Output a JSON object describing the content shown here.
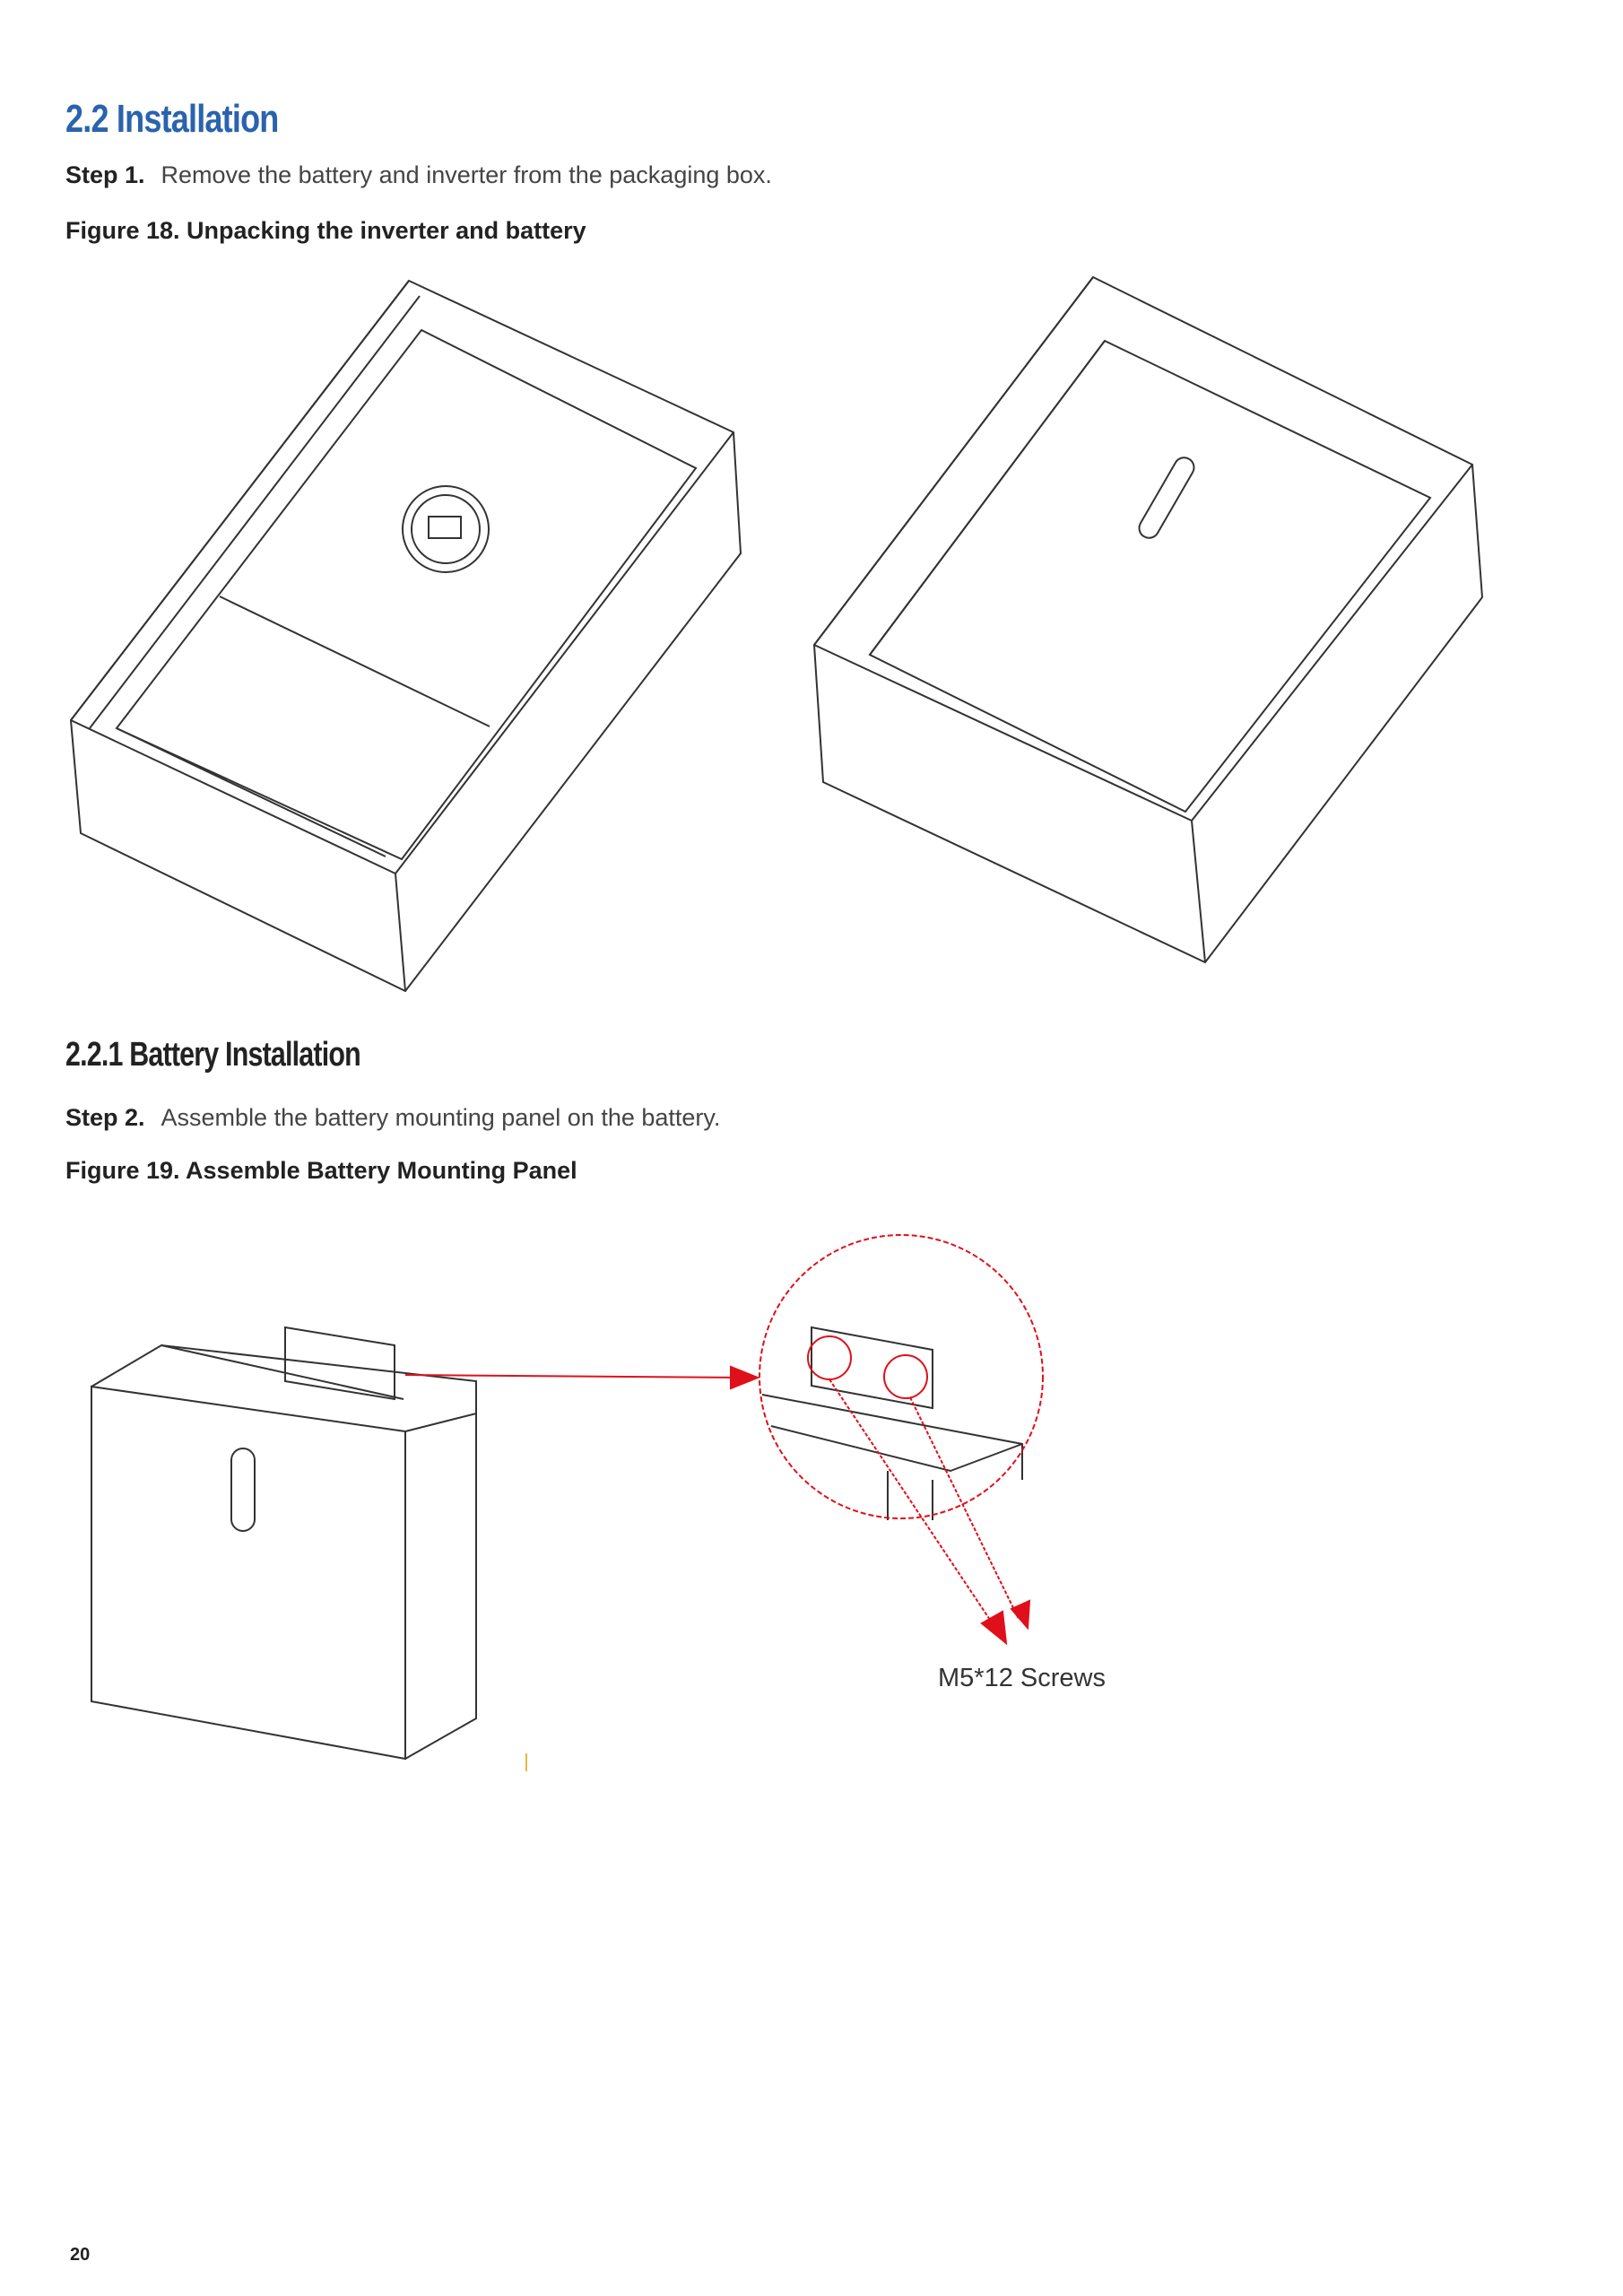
{
  "section": {
    "title": "2.2 Installation"
  },
  "step1": {
    "label": "Step 1.",
    "text": "Remove the battery and inverter from the packaging box."
  },
  "figure18": {
    "caption": "Figure 18.  Unpacking the inverter and battery"
  },
  "subsection": {
    "title": "2.2.1 Battery Installation"
  },
  "step2": {
    "label": "Step 2.",
    "text": "Assemble the battery mounting panel on the battery."
  },
  "figure19": {
    "caption": "Figure 19.  Assemble Battery Mounting Panel",
    "callout": "M5*12 Screws"
  },
  "page_number": "20",
  "colors": {
    "heading": "#2a63ad",
    "callout": "#e0101a"
  }
}
